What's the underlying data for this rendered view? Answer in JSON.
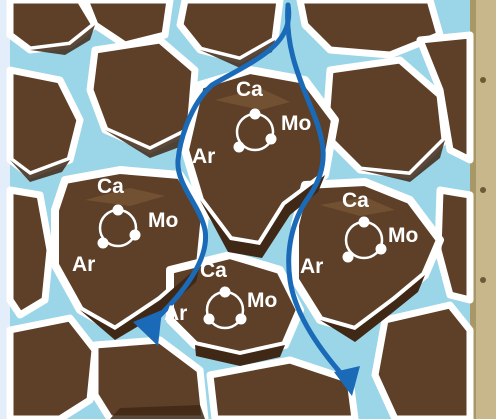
{
  "colors": {
    "left_panel": "#e3eefa",
    "water": "#9bd5e8",
    "rock_outline": "#ffffff",
    "rock_fill": "#5e4028",
    "rock_shadow": "#3f2815",
    "rock_highlight": "#7a5838",
    "flow_arrow": "#1a6ab8",
    "label_text": "#ffffff",
    "pipe": "#c8b78a"
  },
  "particles": [
    {
      "id": "top",
      "labels": {
        "ca": "Ca",
        "mo": "Mo",
        "ar": "Ar"
      }
    },
    {
      "id": "left",
      "labels": {
        "ca": "Ca",
        "mo": "Mo",
        "ar": "Ar"
      }
    },
    {
      "id": "bottom-center",
      "labels": {
        "ca": "Ca",
        "mo": "Mo",
        "ar": "Ar"
      }
    },
    {
      "id": "right",
      "labels": {
        "ca": "Ca",
        "mo": "Mo",
        "ar": "Ar"
      }
    }
  ]
}
